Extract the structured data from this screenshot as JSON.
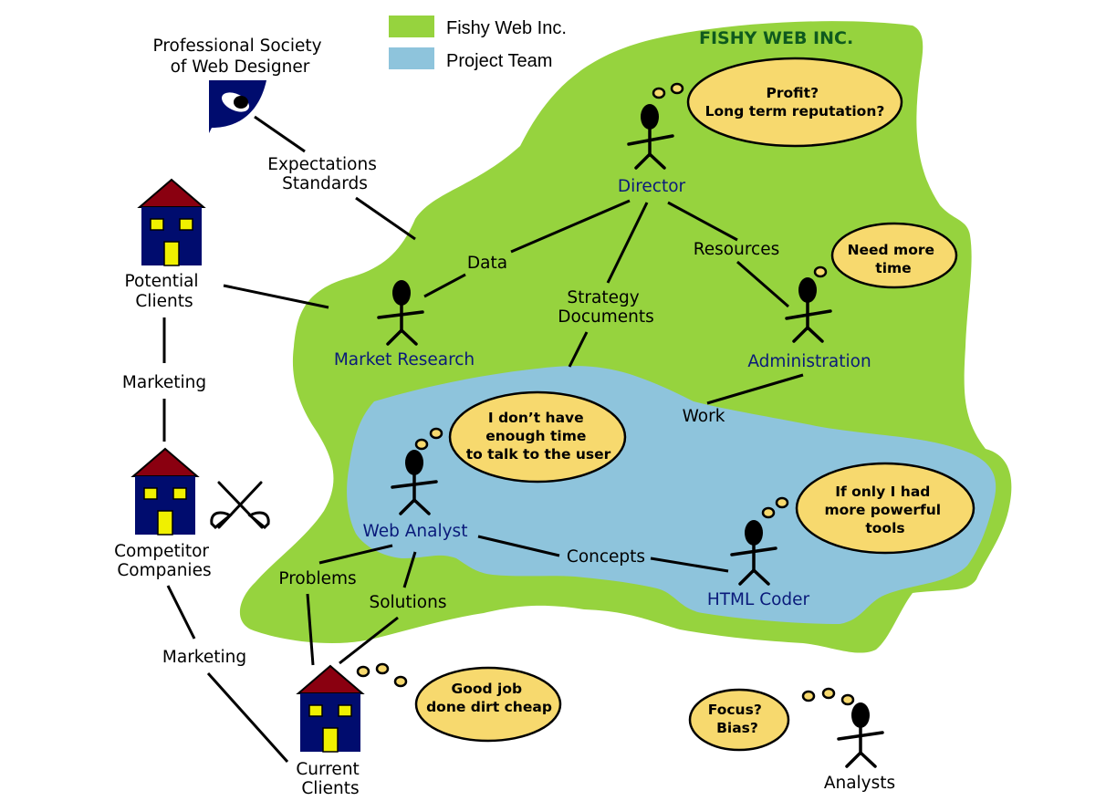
{
  "colors": {
    "org_fill": "#96d33e",
    "team_fill": "#8ec4dc",
    "bubble_fill": "#f7d96e",
    "house_body": "#000c6e",
    "house_roof": "#8a0010",
    "house_window": "#f0f000",
    "role_text": "#0a1a7a",
    "org_title": "#0f5a1e"
  },
  "legend": [
    {
      "label": "Fishy Web Inc.",
      "color": "#96d33e"
    },
    {
      "label": "Project Team",
      "color": "#8ec4dc"
    }
  ],
  "organization_title": "FISHY WEB INC.",
  "external_entities": {
    "society": [
      "Professional Society",
      "of Web Designer"
    ],
    "potential_clients": [
      "Potential",
      "Clients"
    ],
    "competitors": [
      "Competitor",
      "Companies"
    ],
    "current_clients": [
      "Current",
      "Clients"
    ],
    "analysts": "Analysts"
  },
  "roles": {
    "director": "Director",
    "market_research": "Market Research",
    "administration": "Administration",
    "web_analyst": "Web Analyst",
    "html_coder": "HTML Coder"
  },
  "relations": {
    "expectations": [
      "Expectations",
      "Standards"
    ],
    "data": "Data",
    "resources": "Resources",
    "strategy": [
      "Strategy",
      "Documents"
    ],
    "work": "Work",
    "marketing_potential": "Marketing",
    "marketing_current": "Marketing",
    "concepts": "Concepts",
    "problems": "Problems",
    "solutions": "Solutions"
  },
  "thoughts": {
    "director": [
      "Profit?",
      "Long term reputation?"
    ],
    "administration": [
      "Need more",
      "time"
    ],
    "web_analyst": [
      "I don’t have",
      "enough time",
      "to talk to the user"
    ],
    "html_coder": [
      "If only I had",
      "more powerful",
      "tools"
    ],
    "current_clients": [
      "Good job",
      "done dirt cheap"
    ],
    "analysts": [
      "Focus?",
      "Bias?"
    ]
  }
}
